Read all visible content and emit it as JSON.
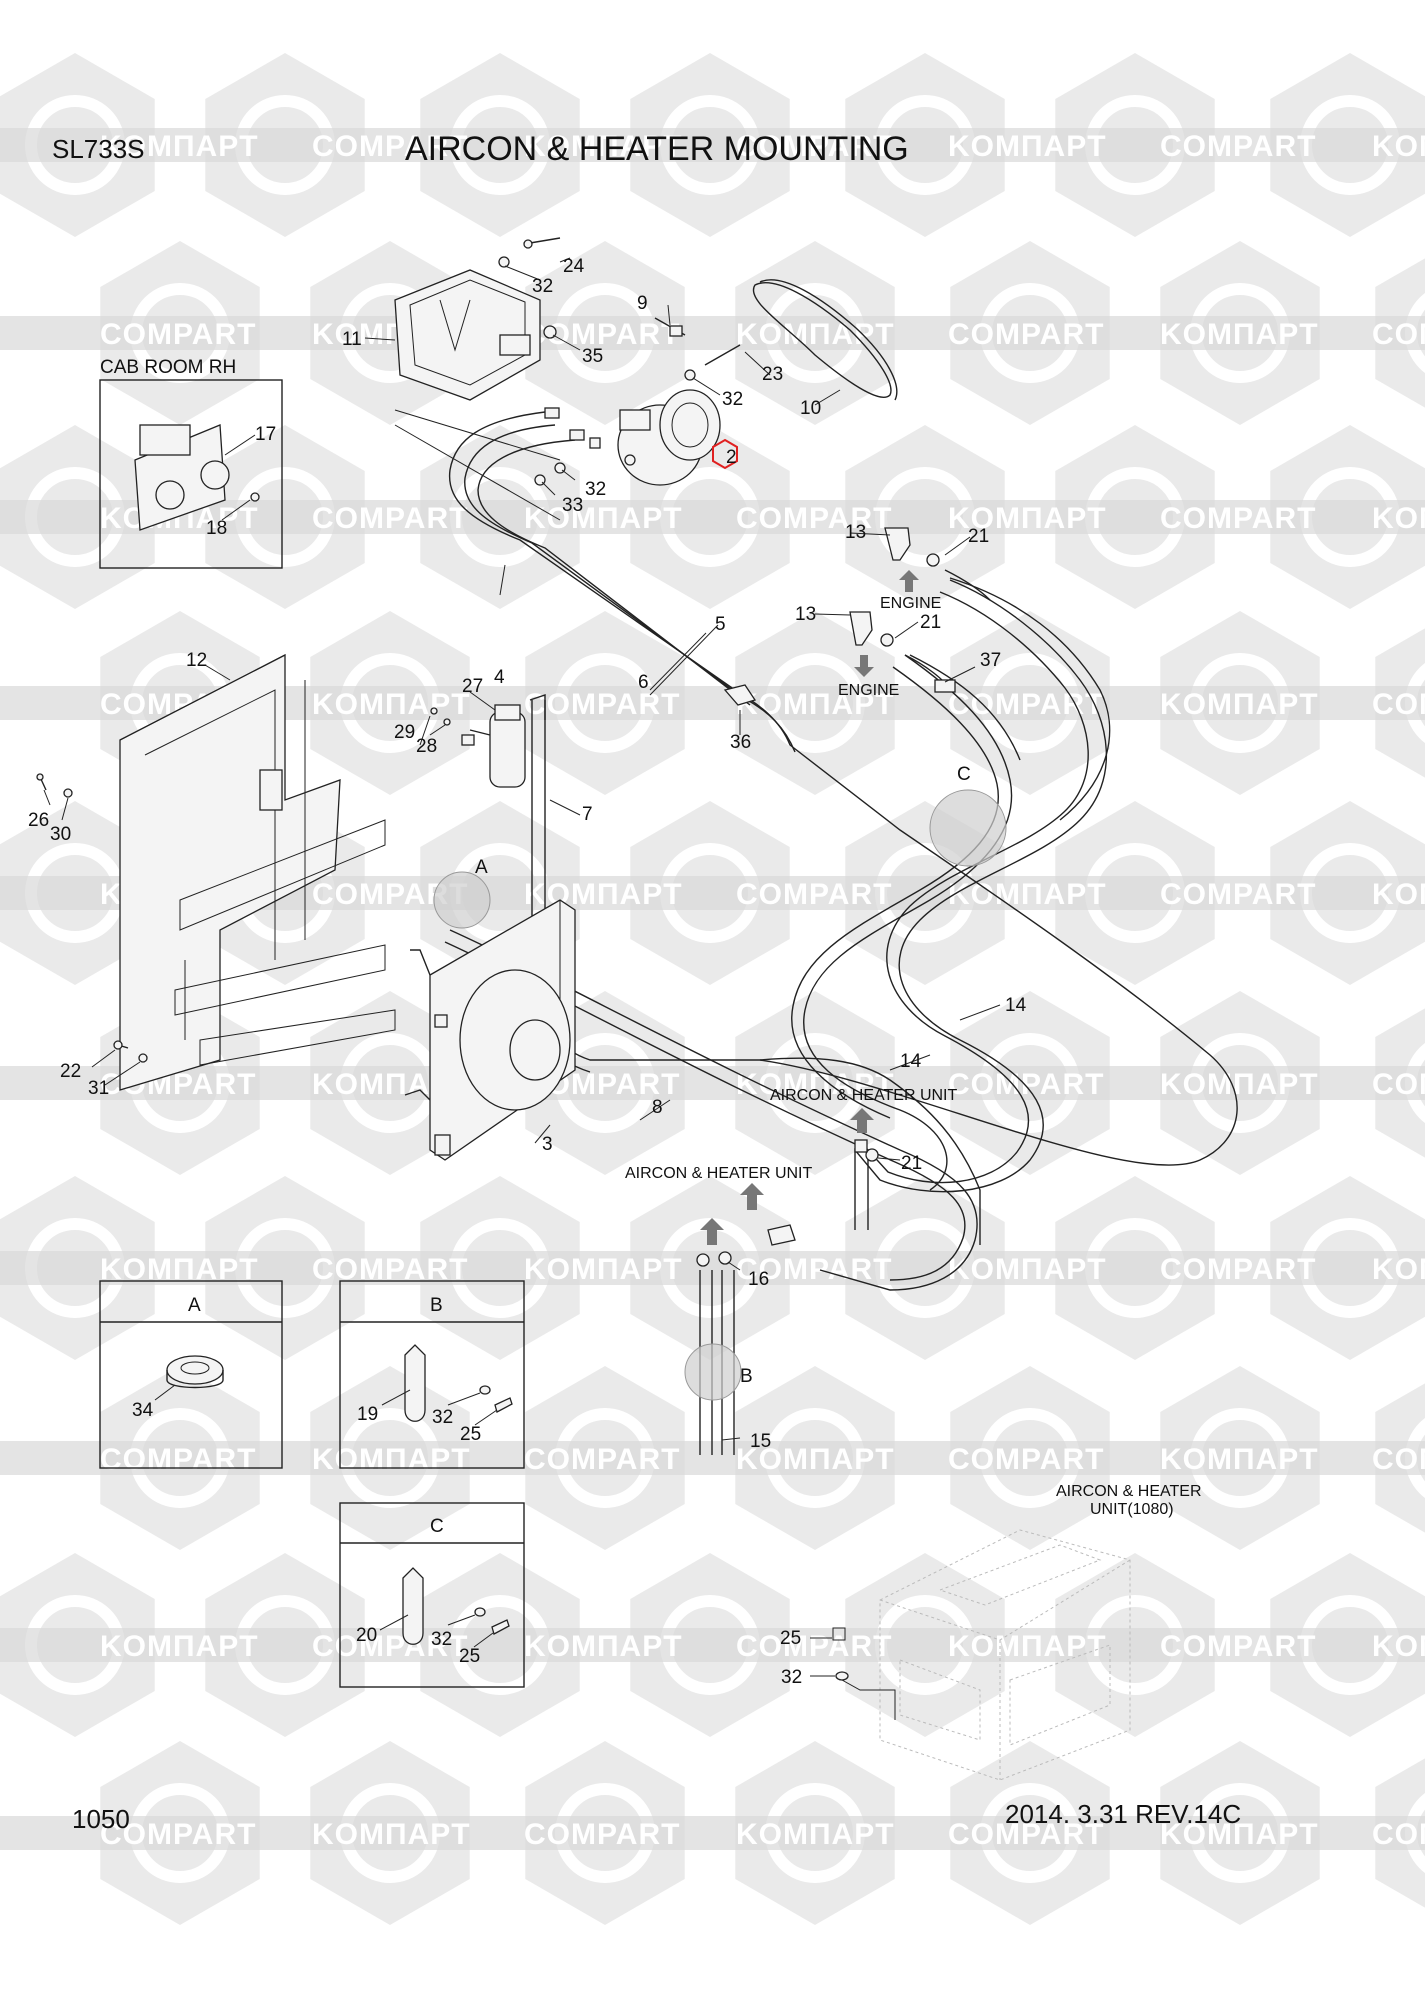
{
  "header": {
    "model": "SL733S",
    "title": "AIRCON & HEATER MOUNTING",
    "page_number": "1050",
    "revision": "2014. 3.31  REV.14C"
  },
  "watermark": {
    "text_a": "KOMПAPT",
    "text_b": "COMPART",
    "color": "#d9d9d9"
  },
  "callouts": {
    "engine_top": "ENGINE",
    "engine_mid": "ENGINE",
    "aircon_unit_1": "AIRCON & HEATER UNIT",
    "aircon_unit_2": "AIRCON & HEATER UNIT",
    "aircon_unit_box_1": "AIRCON & HEATER",
    "aircon_unit_box_2": "UNIT(1080)",
    "cab_room": "CAB ROOM RH",
    "detail_a": "A",
    "detail_b": "B",
    "detail_c": "C"
  },
  "detail_panels": {
    "a_title": "A",
    "b_title": "B",
    "c_title": "C"
  },
  "part_labels": {
    "p2": "2",
    "p3": "3",
    "p4": "4",
    "p5": "5",
    "p6": "6",
    "p7": "7",
    "p8": "8",
    "p9": "9",
    "p10": "10",
    "p11": "11",
    "p12": "12",
    "p13a": "13",
    "p13b": "13",
    "p14a": "14",
    "p14b": "14",
    "p15": "15",
    "p16": "16",
    "p17": "17",
    "p18": "18",
    "p19": "19",
    "p20": "20",
    "p21a": "21",
    "p21b": "21",
    "p21c": "21",
    "p22": "22",
    "p23": "23",
    "p24": "24",
    "p25b": "25",
    "p25c": "25",
    "p25u": "25",
    "p26": "26",
    "p27": "27",
    "p28": "28",
    "p29": "29",
    "p30": "30",
    "p31": "31",
    "p32a": "32",
    "p32b": "32",
    "p32c": "32",
    "p32d": "32",
    "p32e": "32",
    "p32u": "32",
    "p33": "33",
    "p34": "34",
    "p35": "35",
    "p36": "36",
    "p37": "37"
  },
  "highlight": {
    "part": "2",
    "color": "#e02020"
  }
}
